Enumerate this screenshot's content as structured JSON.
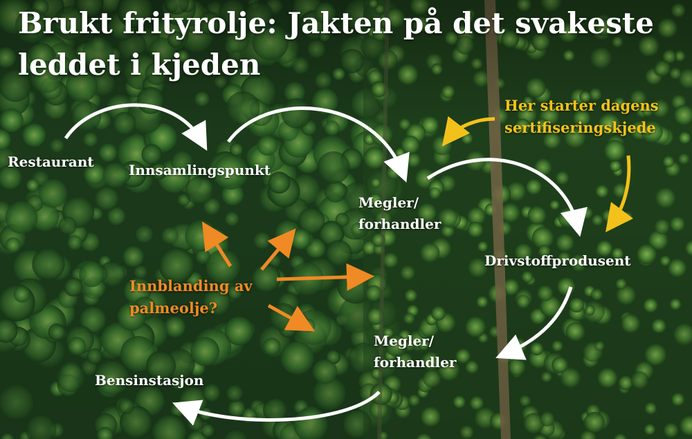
{
  "title": "Brukt frityrolje: Jakten på det svakeste leddet i kjeden",
  "nodes": {
    "restaurant": "Restaurant",
    "collection_point": "Innsamlingspunkt",
    "broker_1_line1": "Megler/",
    "broker_1_line2": "forhandler",
    "fuel_producer": "Drivstoffprodusent",
    "broker_2_line1": "Megler/",
    "broker_2_line2": "forhandler",
    "gas_station": "Bensinstasjon"
  },
  "annotations": {
    "palm_oil_line1": "Innblanding av",
    "palm_oil_line2": "palmeolje?",
    "certification_line1": "Her starter dagens",
    "certification_line2": "sertifiseringskjede"
  },
  "colors": {
    "flow_arrow": "#ffffff",
    "palm_oil_arrow": "#f08a24",
    "certification_arrow": "#f2c21b",
    "forest_dark": "#18381a",
    "forest_light": "#3e7a2e"
  }
}
